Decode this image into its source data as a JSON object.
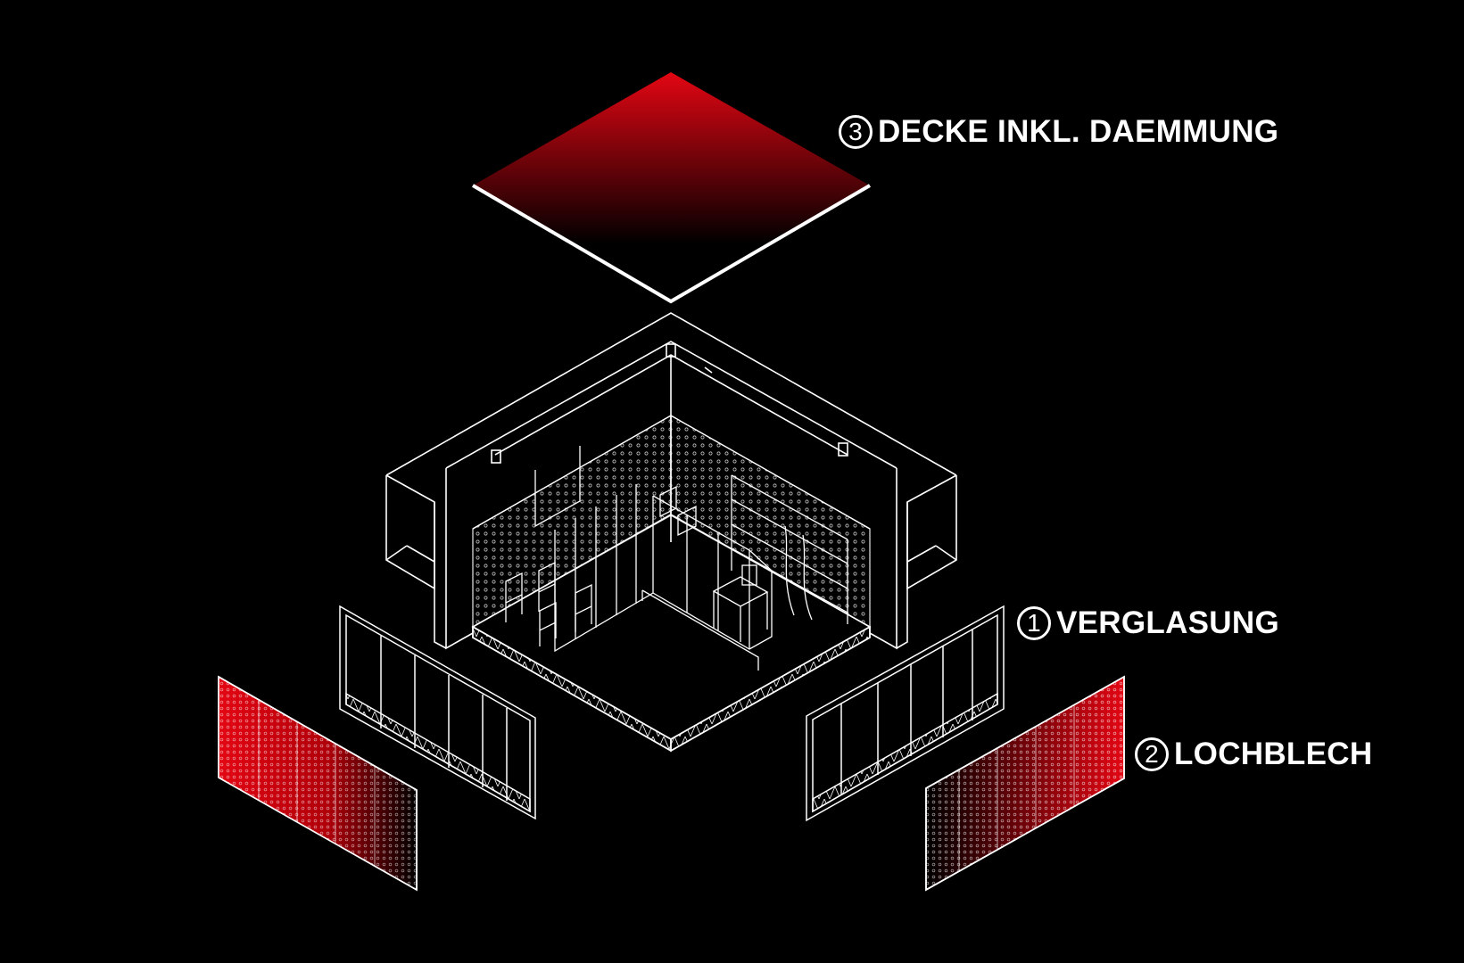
{
  "colors": {
    "background": "#000000",
    "line": "#ffffff",
    "accent": "#e30613"
  },
  "labels": [
    {
      "number": "3",
      "text": "DECKE INKL. DAEMMUNG"
    },
    {
      "number": "1",
      "text": "VERGLASUNG"
    },
    {
      "number": "2",
      "text": "LOCHBLECH"
    }
  ]
}
